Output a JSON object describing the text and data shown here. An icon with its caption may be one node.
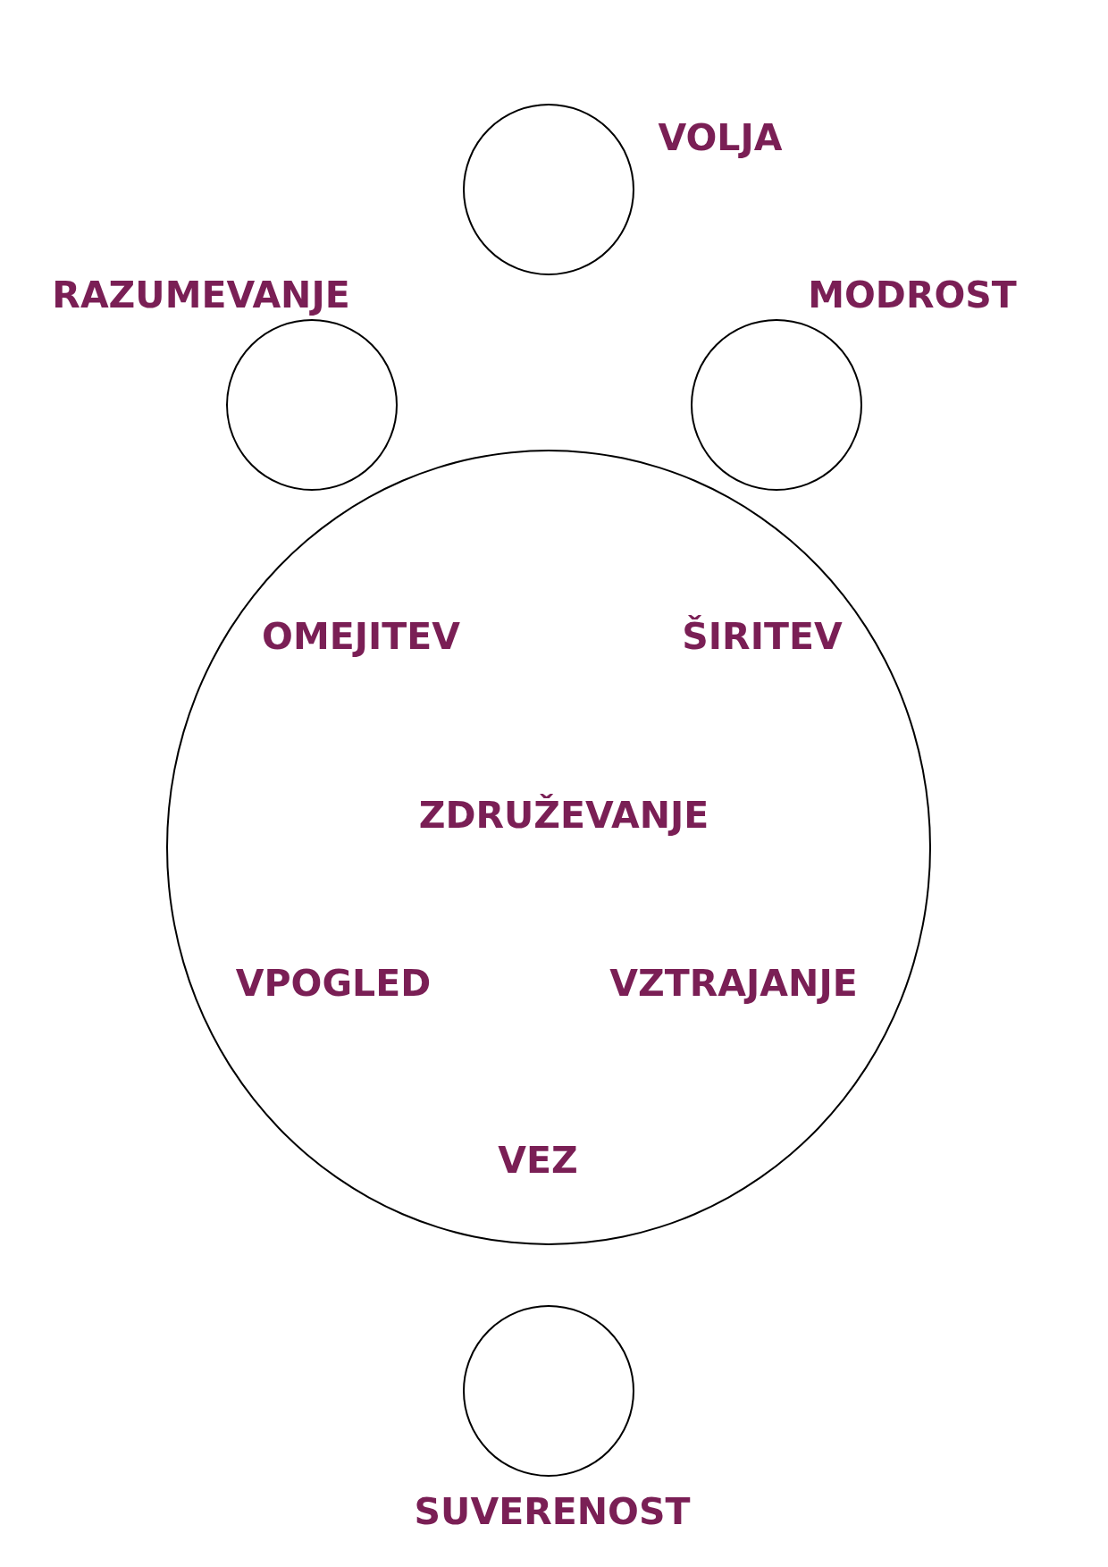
{
  "diagram": {
    "nodes": [
      {
        "text": [
          "VOLJA"
        ]
      },
      {
        "text": [
          "RAZUMEVANJE"
        ]
      },
      {
        "text": [
          "MODROST"
        ]
      },
      {
        "text": [
          "OMEJITEV",
          "ŠIRITEV",
          "ZDRUŽEVANJE",
          "VPOGLED",
          "VZTRAJANJE",
          "VEZ"
        ]
      },
      {
        "text": [
          "SUVERENOST"
        ]
      }
    ]
  }
}
